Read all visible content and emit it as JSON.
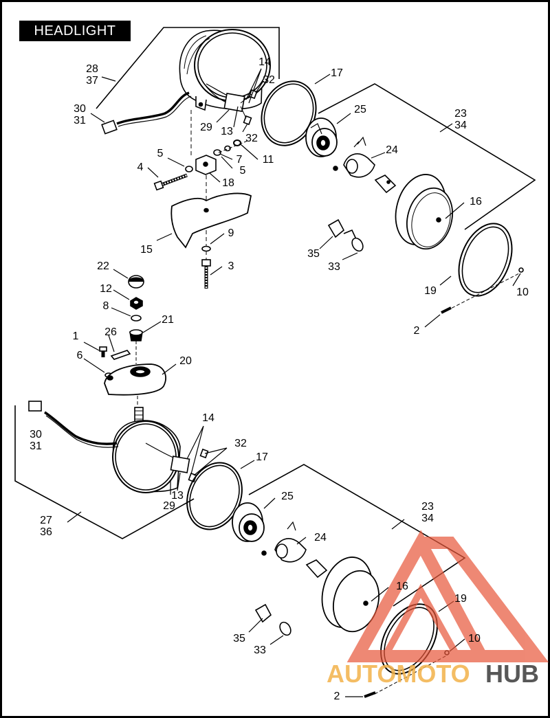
{
  "title": "HEADLIGHT",
  "callouts": [
    {
      "id": "c-28-37",
      "lines": [
        "28",
        "37"
      ]
    },
    {
      "id": "c-30-31-top",
      "lines": [
        "30",
        "31"
      ]
    },
    {
      "id": "c-14-top",
      "lines": [
        "14"
      ]
    },
    {
      "id": "c-32-top-a",
      "lines": [
        "32"
      ]
    },
    {
      "id": "c-17-top",
      "lines": [
        "17"
      ]
    },
    {
      "id": "c-29-top",
      "lines": [
        "29"
      ]
    },
    {
      "id": "c-13-top",
      "lines": [
        "13"
      ]
    },
    {
      "id": "c-32-top-b",
      "lines": [
        "32"
      ]
    },
    {
      "id": "c-25-top",
      "lines": [
        "25"
      ]
    },
    {
      "id": "c-23-34-top",
      "lines": [
        "23",
        "34"
      ]
    },
    {
      "id": "c-24-top",
      "lines": [
        "24"
      ]
    },
    {
      "id": "c-5-a",
      "lines": [
        "5"
      ]
    },
    {
      "id": "c-7",
      "lines": [
        "7"
      ]
    },
    {
      "id": "c-11",
      "lines": [
        "11"
      ]
    },
    {
      "id": "c-5-b",
      "lines": [
        "5"
      ]
    },
    {
      "id": "c-4",
      "lines": [
        "4"
      ]
    },
    {
      "id": "c-18",
      "lines": [
        "18"
      ]
    },
    {
      "id": "c-16-top",
      "lines": [
        "16"
      ]
    },
    {
      "id": "c-15",
      "lines": [
        "15"
      ]
    },
    {
      "id": "c-9",
      "lines": [
        "9"
      ]
    },
    {
      "id": "c-35-top",
      "lines": [
        "35"
      ]
    },
    {
      "id": "c-33-top",
      "lines": [
        "33"
      ]
    },
    {
      "id": "c-3",
      "lines": [
        "3"
      ]
    },
    {
      "id": "c-22",
      "lines": [
        "22"
      ]
    },
    {
      "id": "c-19-top",
      "lines": [
        "19"
      ]
    },
    {
      "id": "c-10-top",
      "lines": [
        "10"
      ]
    },
    {
      "id": "c-12",
      "lines": [
        "12"
      ]
    },
    {
      "id": "c-8",
      "lines": [
        "8"
      ]
    },
    {
      "id": "c-21",
      "lines": [
        "21"
      ]
    },
    {
      "id": "c-2-top",
      "lines": [
        "2"
      ]
    },
    {
      "id": "c-1",
      "lines": [
        "1"
      ]
    },
    {
      "id": "c-26",
      "lines": [
        "26"
      ]
    },
    {
      "id": "c-6",
      "lines": [
        "6"
      ]
    },
    {
      "id": "c-20",
      "lines": [
        "20"
      ]
    },
    {
      "id": "c-30-31-bot",
      "lines": [
        "30",
        "31"
      ]
    },
    {
      "id": "c-14-bot",
      "lines": [
        "14"
      ]
    },
    {
      "id": "c-32-bot",
      "lines": [
        "32"
      ]
    },
    {
      "id": "c-17-bot",
      "lines": [
        "17"
      ]
    },
    {
      "id": "c-13-bot",
      "lines": [
        "13"
      ]
    },
    {
      "id": "c-29-bot",
      "lines": [
        "29"
      ]
    },
    {
      "id": "c-25-bot",
      "lines": [
        "25"
      ]
    },
    {
      "id": "c-27-36",
      "lines": [
        "27",
        "36"
      ]
    },
    {
      "id": "c-23-34-bot",
      "lines": [
        "23",
        "34"
      ]
    },
    {
      "id": "c-24-bot",
      "lines": [
        "24"
      ]
    },
    {
      "id": "c-16-bot",
      "lines": [
        "16"
      ]
    },
    {
      "id": "c-19-bot",
      "lines": [
        "19"
      ]
    },
    {
      "id": "c-10-bot",
      "lines": [
        "10"
      ]
    },
    {
      "id": "c-35-bot",
      "lines": [
        "35"
      ]
    },
    {
      "id": "c-33-bot",
      "lines": [
        "33"
      ]
    },
    {
      "id": "c-2-bot",
      "lines": [
        "2"
      ]
    }
  ],
  "watermark": {
    "brand_part1": "AUTOMOTO",
    "brand_part2": "HUB",
    "color_primary": "#e8573a",
    "color_secondary": "#f3b24a",
    "color_dark": "#3a3a3a"
  }
}
